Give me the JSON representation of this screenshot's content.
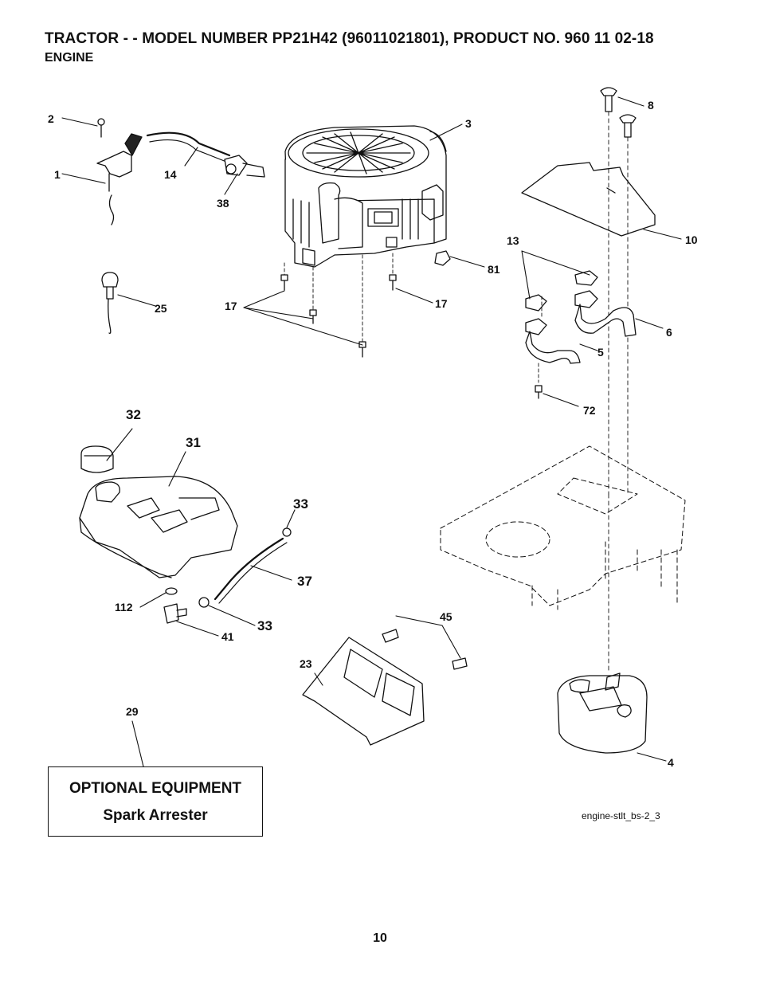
{
  "header": {
    "title": "TRACTOR - - MODEL NUMBER PP21H42 (96011021801), PRODUCT NO. 960 11 02-18",
    "subtitle": "ENGINE"
  },
  "callouts": {
    "c1": "1",
    "c2": "2",
    "c3": "3",
    "c4": "4",
    "c5": "5",
    "c6": "6",
    "c8": "8",
    "c10": "10",
    "c13": "13",
    "c14": "14",
    "c17a": "17",
    "c17b": "17",
    "c23": "23",
    "c25": "25",
    "c29": "29",
    "c31": "31",
    "c32": "32",
    "c33a": "33",
    "c33b": "33",
    "c37": "37",
    "c38": "38",
    "c41": "41",
    "c45": "45",
    "c72": "72",
    "c81": "81",
    "c112": "112"
  },
  "optional_equipment": {
    "heading": "OPTIONAL EQUIPMENT",
    "item": "Spark Arrester"
  },
  "figure_ref": "engine-stlt_bs-2_3",
  "page_number": "10"
}
